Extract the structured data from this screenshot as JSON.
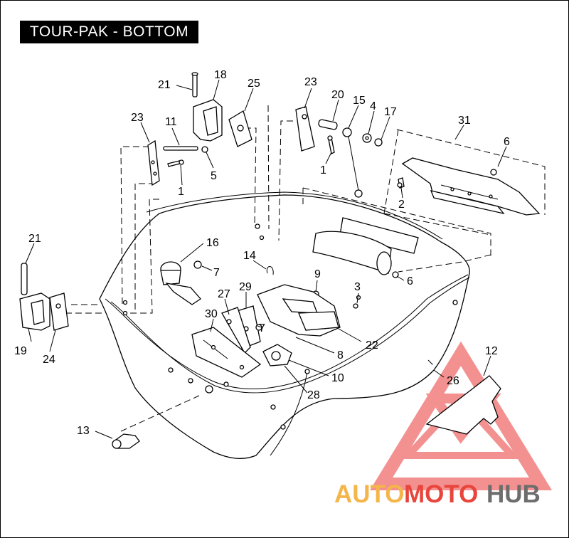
{
  "title": "TOUR-PAK - BOTTOM",
  "watermark": {
    "text_a": "AUTO",
    "text_b": "MOTO",
    "text_c": "HUB",
    "color_a": "#f4b64a",
    "color_b": "#e8453c",
    "color_c": "#6d6d6d"
  },
  "callouts": {
    "c21a": "21",
    "c18": "18",
    "c25": "25",
    "c23a": "23",
    "c11": "11",
    "c5": "5",
    "c1a": "1",
    "c23b": "23",
    "c20": "20",
    "c15": "15",
    "c4": "4",
    "c17": "17",
    "c1b": "1",
    "c31": "31",
    "c6a": "6",
    "c2": "2",
    "c21b": "21",
    "c16": "16",
    "c7a": "7",
    "c14": "14",
    "c9": "9",
    "c3": "3",
    "c6b": "6",
    "c27": "27",
    "c29": "29",
    "c30": "30",
    "c7b": "7",
    "c22": "22",
    "c8": "8",
    "c10": "10",
    "c28": "28",
    "c19": "19",
    "c24": "24",
    "c12": "12",
    "c26": "26",
    "c13": "13"
  }
}
